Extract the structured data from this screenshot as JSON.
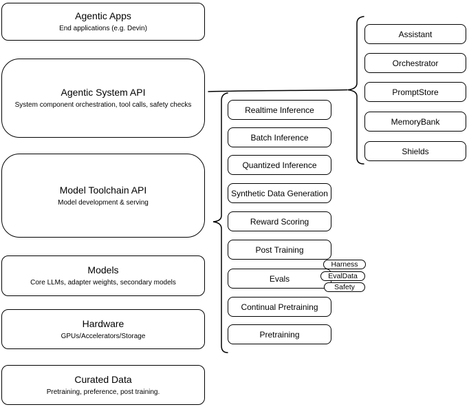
{
  "diagram": {
    "colors": {
      "stroke": "#000000",
      "fill": "#ffffff",
      "background": "#ffffff"
    },
    "stack": [
      {
        "title": "Agentic Apps",
        "subtitle": "End applications (e.g. Devin)"
      },
      {
        "title": "Agentic System API",
        "subtitle": "System component orchestration, tool calls, safety checks"
      },
      {
        "title": "Model Toolchain API",
        "subtitle": "Model development & serving"
      },
      {
        "title": "Models",
        "subtitle": "Core LLMs, adapter weights, secondary models"
      },
      {
        "title": "Hardware",
        "subtitle": "GPUs/Accelerators/Storage"
      },
      {
        "title": "Curated Data",
        "subtitle": "Pretraining, preference, post training."
      }
    ],
    "toolchain_items": [
      "Realtime Inference",
      "Batch Inference",
      "Quantized Inference",
      "Synthetic Data Generation",
      "Reward Scoring",
      "Post Training",
      "Evals",
      "Continual Pretraining",
      "Pretraining"
    ],
    "evals_tags": [
      "Harness",
      "EvalData",
      "Safety"
    ],
    "system_components": [
      "Assistant",
      "Orchestrator",
      "PromptStore",
      "MemoryBank",
      "Shields"
    ]
  }
}
